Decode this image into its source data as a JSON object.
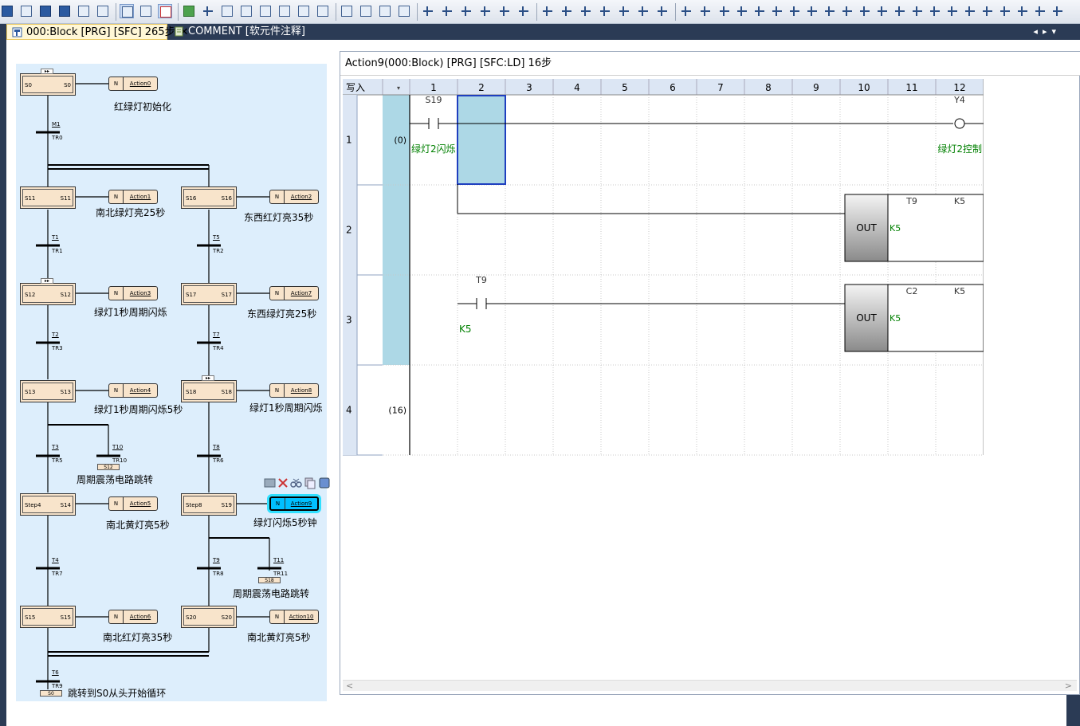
{
  "tabs": [
    {
      "label": "000:Block [PRG] [SFC] 265步",
      "active": true
    },
    {
      "label": "COMMENT [软元件注释]",
      "active": false
    }
  ],
  "tab_close_glyph": "✕",
  "tab_nav_glyphs": "◂▸▾",
  "sfc": {
    "steps": [
      {
        "left": "S0",
        "right": "S0"
      },
      {
        "left": "S11",
        "right": "S11"
      },
      {
        "left": "S16",
        "right": "S16"
      },
      {
        "left": "S12",
        "right": "S12"
      },
      {
        "left": "S17",
        "right": "S17"
      },
      {
        "left": "S13",
        "right": "S13"
      },
      {
        "left": "S18",
        "right": "S18"
      },
      {
        "left": "Step4",
        "right": "S14"
      },
      {
        "left": "Step8",
        "right": "S19"
      },
      {
        "left": "S15",
        "right": "S15"
      },
      {
        "left": "S20",
        "right": "S20"
      }
    ],
    "action_qualifier": "N",
    "actions": [
      "Action0",
      "Action1",
      "Action2",
      "Action3",
      "Action7",
      "Action4",
      "Action8",
      "Action5",
      "Action9",
      "Action6",
      "Action10"
    ],
    "comments": [
      "红绿灯初始化",
      "南北绿灯亮25秒",
      "东西红灯亮35秒",
      "绿灯1秒周期闪烁",
      "东西绿灯亮25秒",
      "绿灯1秒周期闪烁5秒",
      "绿灯1秒周期闪烁",
      "周期震荡电路跳转",
      "南北黄灯亮5秒",
      "绿灯闪烁5秒钟",
      "周期震荡电路跳转",
      "南北红灯亮35秒",
      "南北黄灯亮5秒",
      "跳转到S0从头开始循环"
    ],
    "transitions": [
      {
        "dev": "M1",
        "tr": "TR0"
      },
      {
        "dev": "T1",
        "tr": "TR1"
      },
      {
        "dev": "T5",
        "tr": "TR2"
      },
      {
        "dev": "T2",
        "tr": "TR3"
      },
      {
        "dev": "T7",
        "tr": "TR4"
      },
      {
        "dev": "T3",
        "tr": "TR5"
      },
      {
        "dev": "T10",
        "tr": "TR10"
      },
      {
        "dev": "T8",
        "tr": "TR6"
      },
      {
        "dev": "T4",
        "tr": "TR7"
      },
      {
        "dev": "T9",
        "tr": "TR8"
      },
      {
        "dev": "T11",
        "tr": "TR11"
      },
      {
        "dev": "T6",
        "tr": "TR9"
      }
    ],
    "jumps": [
      "S12",
      "S18",
      "S0"
    ],
    "step_mark": "▸▸"
  },
  "ladder_window": {
    "title": "Action9(000:Block) [PRG] [SFC:LD] 16步",
    "mode": "写入",
    "column_headers": [
      "1",
      "2",
      "3",
      "4",
      "5",
      "6",
      "7",
      "8",
      "9",
      "10",
      "11",
      "12"
    ],
    "rows": [
      {
        "row": "1",
        "step": "(0)",
        "contact": "S19",
        "contact_comment": "绿灯2闪烁",
        "coil": "Y4",
        "coil_comment": "绿灯2控制"
      },
      {
        "row": "2",
        "step": "",
        "func": "OUT",
        "op1": "T9",
        "op2": "K5",
        "const": "K5"
      },
      {
        "row": "3",
        "step": "",
        "contact": "T9",
        "contact_comment": "K5",
        "func": "OUT",
        "op1": "C2",
        "op2": "K5",
        "const": "K5"
      },
      {
        "row": "4",
        "step": "(16)"
      }
    ]
  },
  "colors": {
    "sfc_bg": "#ddeefc",
    "step_fill": "#f8e4cb",
    "selected_action": "#00c0ff",
    "ladder_left_band": "#add8e6",
    "cursor_cell": "#add8e6",
    "comment_green": "#008000",
    "tabbar": "#2b3b55"
  }
}
